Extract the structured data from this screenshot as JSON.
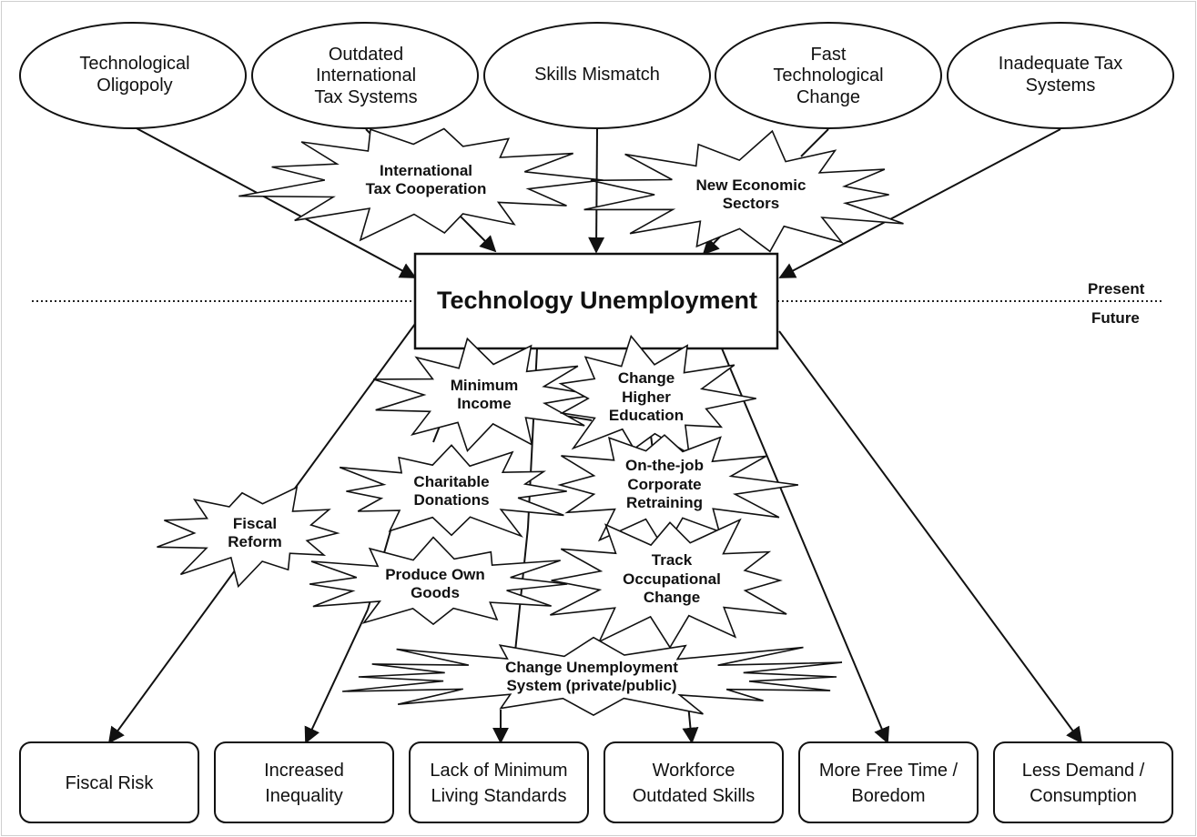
{
  "central": "Technology Unemployment",
  "timeline": {
    "present": "Present",
    "future": "Future"
  },
  "causes": [
    "Technological\nOligopoly",
    "Outdated\nInternational\nTax Systems",
    "Skills Mismatch",
    "Fast\nTechnological\nChange",
    "Inadequate Tax\nSystems"
  ],
  "present_interventions": [
    "International\nTax Cooperation",
    "New Economic\nSectors"
  ],
  "future_interventions": [
    "Minimum\nIncome",
    "Change\nHigher\nEducation",
    "Charitable\nDonations",
    "On-the-job\nCorporate\nRetraining",
    "Fiscal\nReform",
    "Produce Own\nGoods",
    "Track\nOccupational\nChange",
    "Change Unemployment\nSystem (private/public)"
  ],
  "outcomes": [
    "Fiscal Risk",
    "Increased\nInequality",
    "Lack of Minimum\nLiving Standards",
    "Workforce\nOutdated Skills",
    "More Free Time /\nBoredom",
    "Less Demand /\nConsumption"
  ]
}
